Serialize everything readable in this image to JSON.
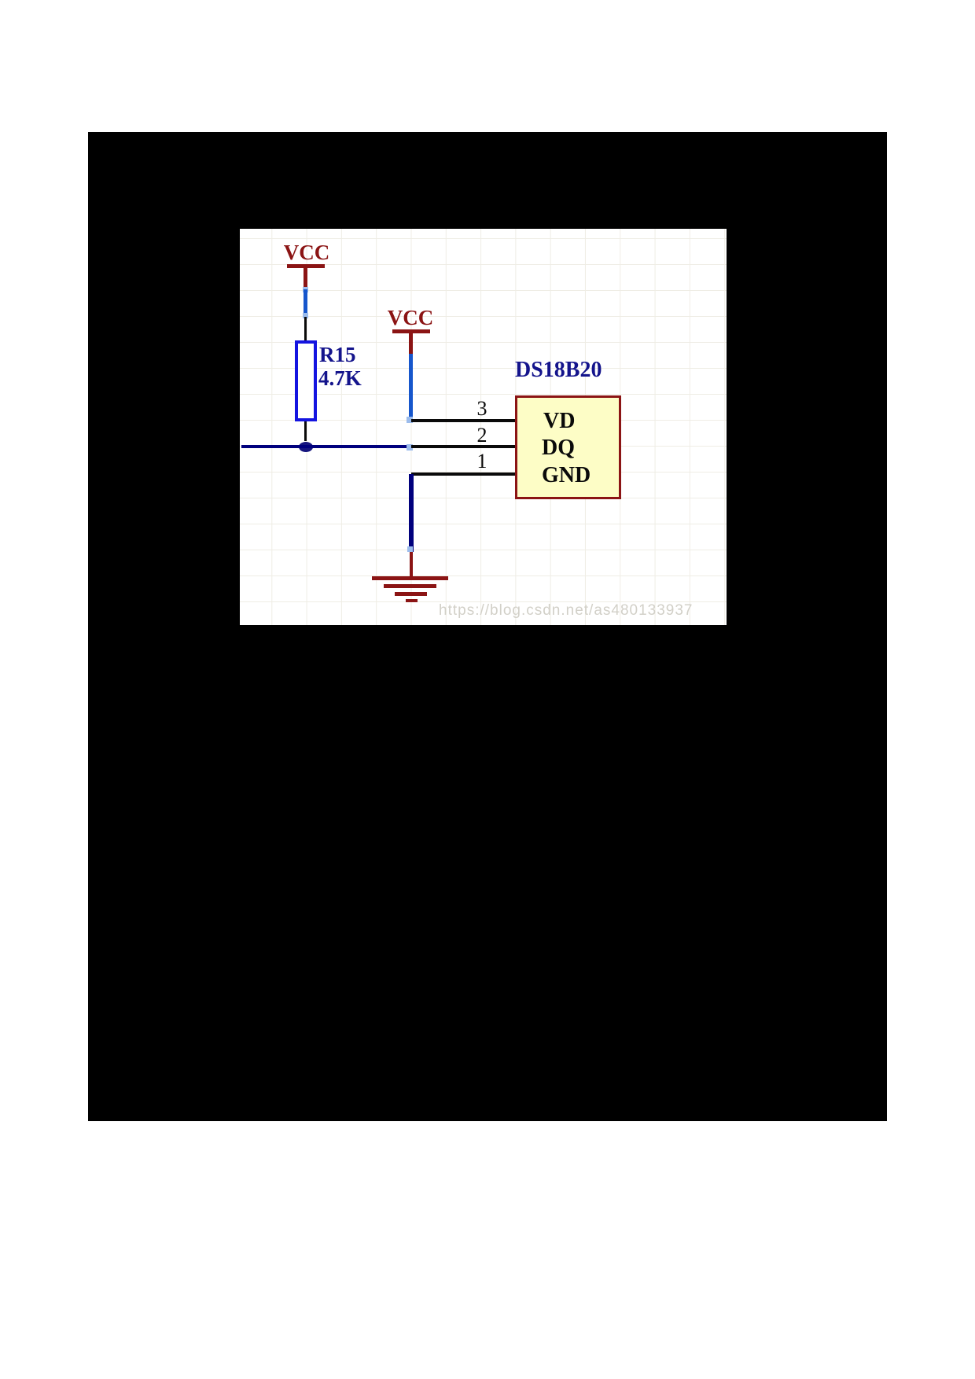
{
  "schematic": {
    "power": {
      "vcc1": "VCC",
      "vcc2": "VCC"
    },
    "resistor": {
      "designator": "R15",
      "value": "4.7K"
    },
    "ic": {
      "name": "DS18B20",
      "pins": [
        {
          "number": "3",
          "label": "VD"
        },
        {
          "number": "2",
          "label": "DQ"
        },
        {
          "number": "1",
          "label": "GND"
        }
      ]
    },
    "watermark": "https://blog.csdn.net/as480133937",
    "colors": {
      "power_red": "#8b1414",
      "wire_blue": "#1656cc",
      "wire_navy": "#00007d",
      "wire_black": "#0a0a0a",
      "resistor_blue": "#1414e0",
      "text_navy": "#14148c",
      "ic_fill": "#fdfdc6",
      "ic_border": "#8b1414",
      "grid_line": "#efede5",
      "watermark_gray": "#d2d0c8",
      "canvas_black": "#000000",
      "panel_white": "#ffffff"
    }
  }
}
